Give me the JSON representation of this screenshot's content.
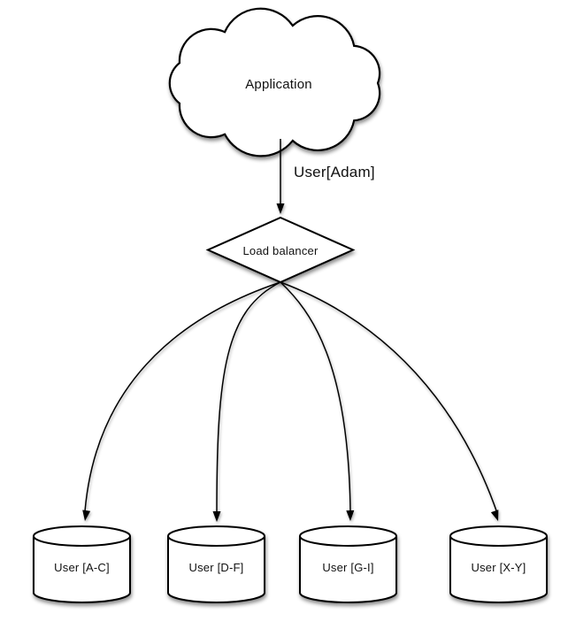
{
  "diagram": {
    "background_color": "#ffffff",
    "shape_fill_color": "#ffffff",
    "shape_stroke_color": "#000000",
    "text_color": "#111111",
    "nodes": {
      "application": {
        "label": "Application",
        "shape": "cloud"
      },
      "load_balancer": {
        "label": "Load balancer",
        "shape": "diamond"
      },
      "shards": [
        {
          "label": "User [A-C]",
          "shape": "cylinder"
        },
        {
          "label": "User [D-F]",
          "shape": "cylinder"
        },
        {
          "label": "User [G-I]",
          "shape": "cylinder"
        },
        {
          "label": "User [X-Y]",
          "shape": "cylinder"
        }
      ]
    },
    "edges": {
      "app_to_lb": {
        "from": "application",
        "to": "load_balancer",
        "label": "User[Adam]"
      },
      "lb_to_shards": [
        {
          "from": "load_balancer",
          "to": "User [A-C]"
        },
        {
          "from": "load_balancer",
          "to": "User [D-F]"
        },
        {
          "from": "load_balancer",
          "to": "User [G-I]"
        },
        {
          "from": "load_balancer",
          "to": "User [X-Y]"
        }
      ]
    }
  }
}
